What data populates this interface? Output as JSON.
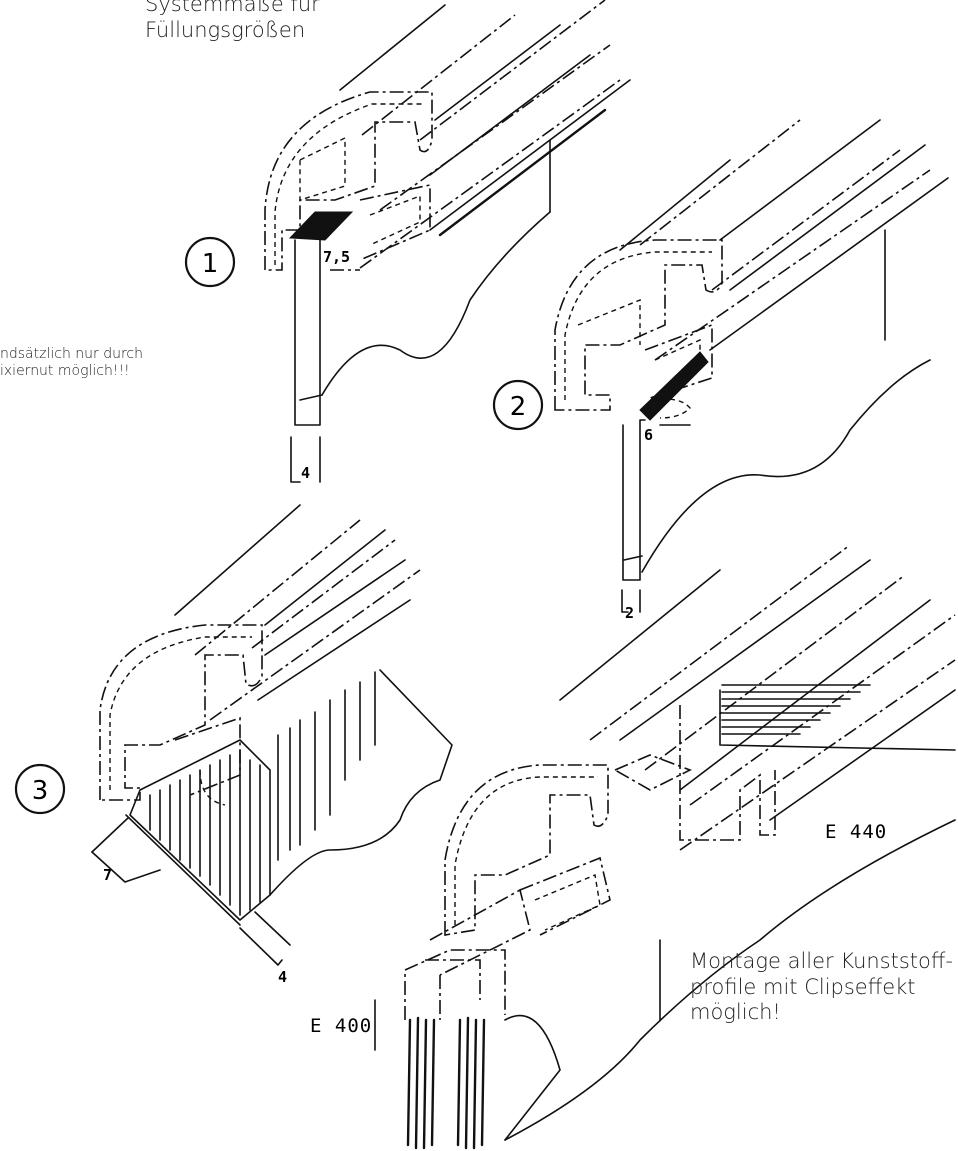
{
  "notes": {
    "top_line1": "Systemmaße für",
    "top_line2": "Füllungsgrößen",
    "left_line1": "ndsätzlich nur durch",
    "left_line2": "ixiernut möglich!!!",
    "bottom_line1": "Montage aller Kunststoff-",
    "bottom_line2": "profile mit Clipseffekt",
    "bottom_line3": "möglich!"
  },
  "callouts": {
    "one": "1",
    "two": "2",
    "three": "3"
  },
  "dimensions": {
    "d1_depth": "7,5",
    "d1_thickness": "4",
    "d2_depth": "6",
    "d2_thickness": "2",
    "d3_depth": "7",
    "d3_thickness": "4"
  },
  "profiles": {
    "e440": "E 440",
    "e400": "E 400"
  }
}
